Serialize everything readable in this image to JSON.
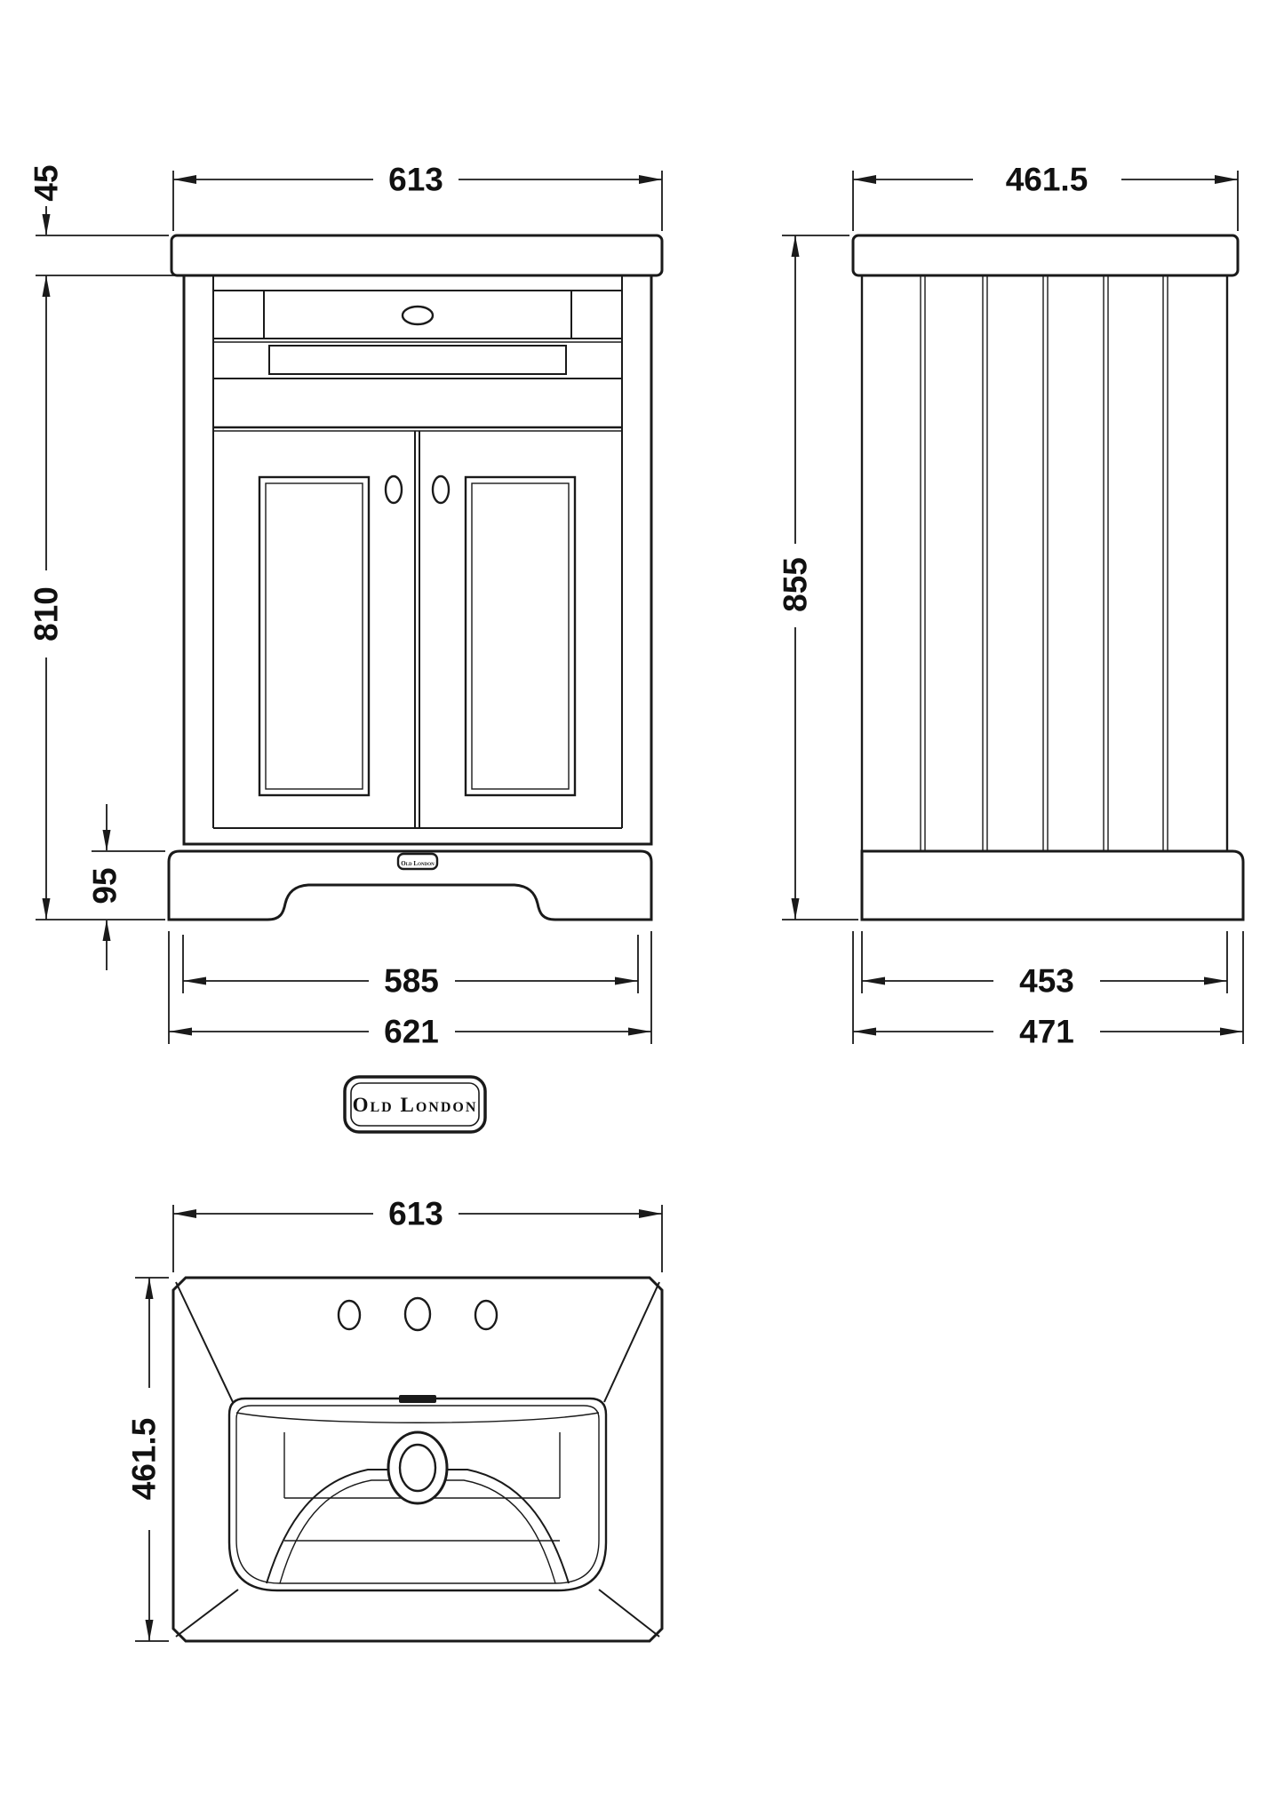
{
  "page": {
    "background": "#ffffff",
    "line_color": "#1a1a1a"
  },
  "brand": {
    "badge_text": "Old London",
    "plinth_badge_text": "Old London"
  },
  "front_view": {
    "width_top": "613",
    "counter_thickness": "45",
    "body_height": "810",
    "plinth_height": "95",
    "body_width": "585",
    "plinth_width": "621"
  },
  "side_view": {
    "depth_top": "461.5",
    "total_height": "855",
    "carcass_depth": "453",
    "plinth_depth": "471"
  },
  "basin_view": {
    "width": "613",
    "depth": "461.5"
  }
}
